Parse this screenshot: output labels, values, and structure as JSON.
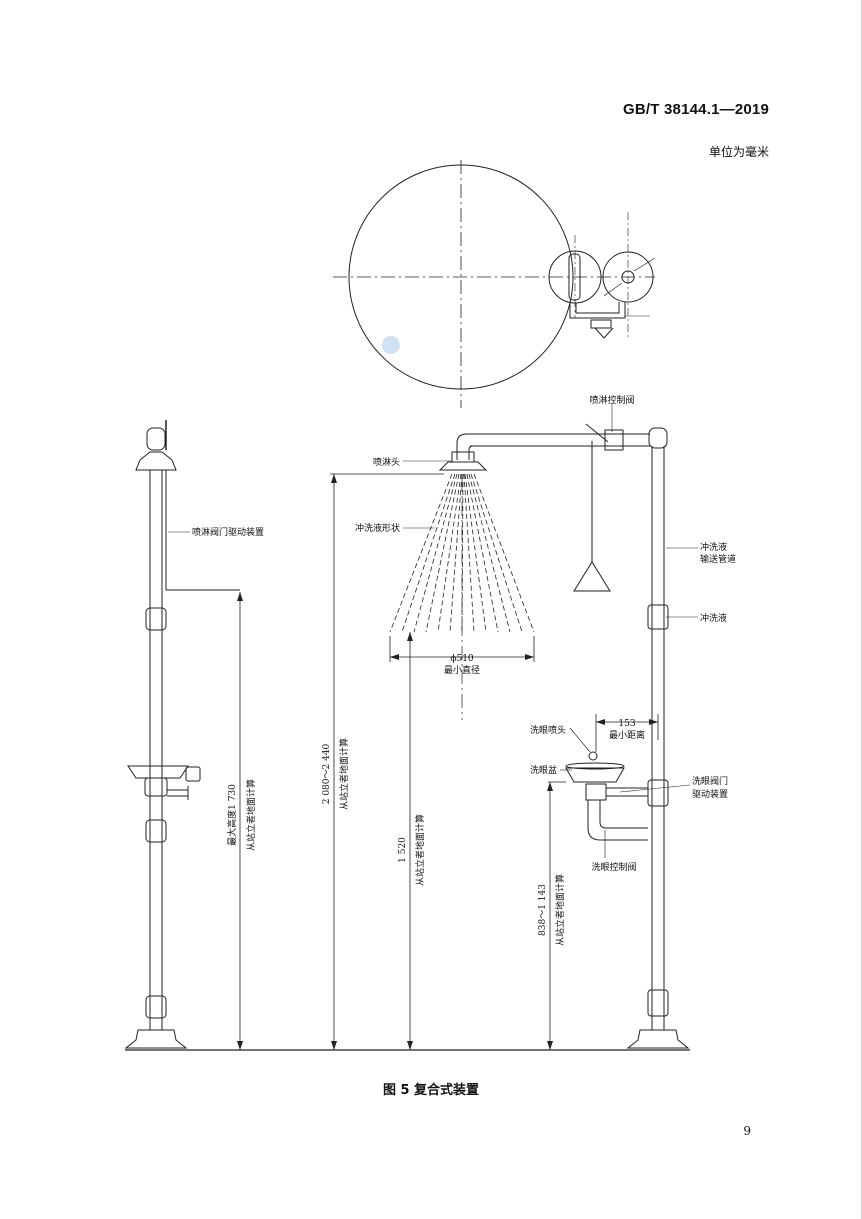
{
  "header": {
    "standard_number": "GB/T 38144.1—2019",
    "unit_note": "单位为毫米"
  },
  "figure": {
    "caption": "图 5  复合式装置",
    "labels": {
      "spray_valve": "喷淋控制阀",
      "spray_head": "喷淋头",
      "spray_valve_actuator": "喷淋阀门驱动装置",
      "flush_shape": "冲洗液形状",
      "flush_pipe_line1": "冲洗液",
      "flush_pipe_line2": "输送管道",
      "flush_fluid": "冲洗液",
      "eyewash_nozzle": "洗眼喷头",
      "eyewash_basin": "洗眼盆",
      "eyewash_actuator_line1": "洗眼阀门",
      "eyewash_actuator_line2": "驱动装置",
      "eyewash_valve": "洗眼控制阀"
    },
    "dimensions": {
      "spray_diameter_value": "ϕ510",
      "spray_diameter_note": "最小直径",
      "min_distance_value": "153",
      "min_distance_note": "最小距离",
      "max_height_note": "最大高度1 730",
      "from_floor_1": "从站立者地面计算",
      "spray_height_value": "2 080～2 440",
      "from_floor_2": "从站立者地面计算",
      "spray_min_height_value": "1 520",
      "from_floor_3": "从站立者地面计算",
      "eyewash_height_value": "838～1 143",
      "from_floor_4": "从站立者地面计算"
    }
  },
  "footer": {
    "page_number": "9"
  }
}
